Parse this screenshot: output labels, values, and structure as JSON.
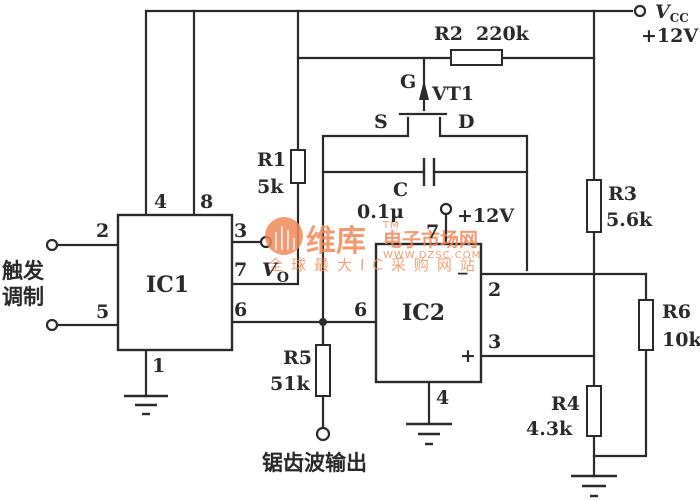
{
  "title": "Sawtooth wave generator with trigger modulation (IC1 timer + IC2 comparator)",
  "supply": {
    "vcc_label": "V",
    "vcc_sub": "CC",
    "vcc_value": "+12V",
    "ic2_supply": "+12V"
  },
  "ic1": {
    "name": "IC1",
    "pins": {
      "p2": "2",
      "p4": "4",
      "p8": "8",
      "p3": "3",
      "p7": "7",
      "p6": "6",
      "p5": "5",
      "p1": "1"
    },
    "out_label": "V",
    "out_sub": "O"
  },
  "ic2": {
    "name": "IC2",
    "pins": {
      "p6": "6",
      "p7": "7",
      "p2": "2",
      "p3": "3",
      "p4": "4"
    },
    "minus": "_",
    "plus": "+"
  },
  "transistor": {
    "name": "VT1",
    "gate": "G",
    "source": "S",
    "drain": "D"
  },
  "components": {
    "r1": {
      "name": "R1",
      "value": "5k"
    },
    "r2": {
      "name": "R2",
      "value": "220k"
    },
    "r3": {
      "name": "R3",
      "value": "5.6k"
    },
    "r4": {
      "name": "R4",
      "value": "4.3k"
    },
    "r5": {
      "name": "R5",
      "value": "51k"
    },
    "r6": {
      "name": "R6",
      "value": "10k"
    },
    "c": {
      "name": "C",
      "value": "0.1μ"
    }
  },
  "labels": {
    "trigger_line1": "触发",
    "trigger_line2": "调制",
    "output": "锯齿波输出"
  },
  "watermark": {
    "brand": "维库",
    "tagline": "电子市场网",
    "url": "WWW.DZSC.COM",
    "slogan": "全球最大IC采购网站",
    "tm": "TM",
    "color": "#f08a5a"
  }
}
